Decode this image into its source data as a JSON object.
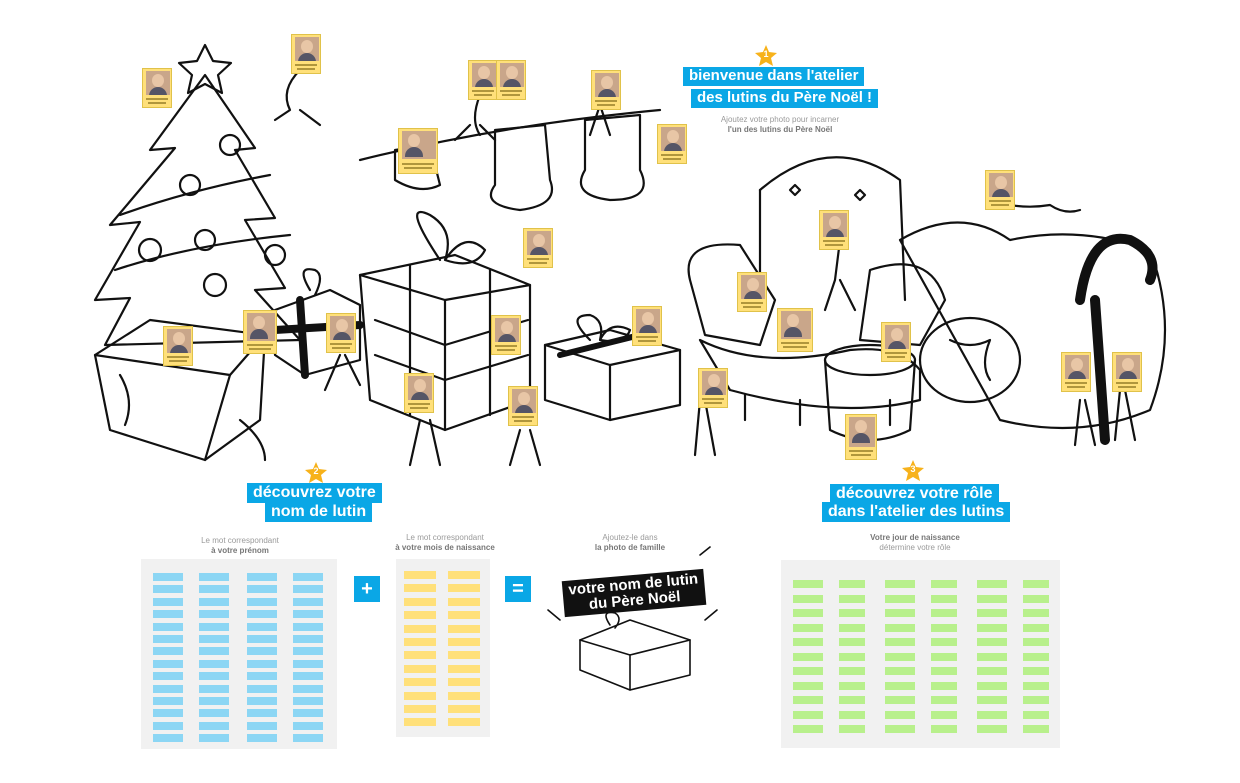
{
  "step1": {
    "number": "1",
    "title_line1": "bienvenue dans l'atelier",
    "title_line2": "des lutins du Père Noël !",
    "subtitle_line1": "Ajoutez votre photo pour incarner",
    "subtitle_line2": "l'un des lutins du Père Noël"
  },
  "step2": {
    "number": "2",
    "title_line1": "découvrez votre",
    "title_line2": "nom de lutin"
  },
  "step3": {
    "number": "3",
    "title_line1": "découvrez votre rôle",
    "title_line2": "dans l'atelier des lutins"
  },
  "col_prenom": {
    "line1": "Le mot correspondant",
    "line2": "à votre prénom"
  },
  "col_mois": {
    "line1": "Le mot correspondant",
    "line2": "à votre mois de naissance"
  },
  "col_photo": {
    "line1": "Ajoutez-le dans",
    "line2": "la photo de famille"
  },
  "col_jour": {
    "line1": "Votre jour de naissance",
    "line2": "détermine votre rôle"
  },
  "operators": {
    "plus": "+",
    "equals": "="
  },
  "result_label_line1": "votre nom de lutin",
  "result_label_line2": "du Père Noël",
  "colors": {
    "accent": "#0aa7e6",
    "sticky_yellow": "#ffe07a",
    "table_blue": "#8cd6f4",
    "table_green": "#b8f08c"
  }
}
